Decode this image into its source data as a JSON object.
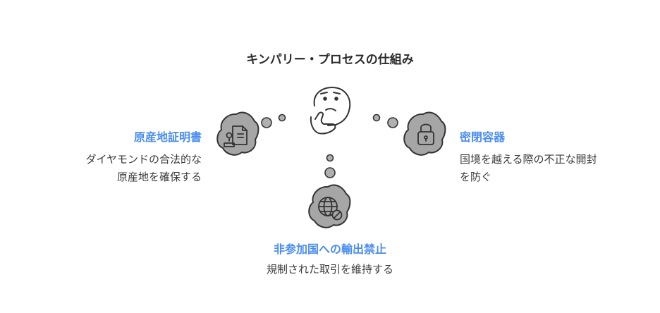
{
  "title": "キンパリー・プロセスの仕組み",
  "center_icon": "thinking-face-icon",
  "colors": {
    "heading": "#4a8df0",
    "blob_fill": "#a6a6a6",
    "dots_fill": "#b0b0b0",
    "outline": "#333333"
  },
  "nodes": {
    "left": {
      "heading": "原産地証明書",
      "desc_line1": "ダイヤモンドの合法的な",
      "desc_line2": "原産地を確保する",
      "icon": "certificate-stamp-icon"
    },
    "right": {
      "heading": "密閉容器",
      "desc_line1": "国境を越える際の不正な開封",
      "desc_line2": "を防ぐ",
      "icon": "padlock-icon"
    },
    "bottom": {
      "heading": "非参加国への輸出禁止",
      "desc_line1": "規制された取引を維持する",
      "icon": "globe-blocked-icon"
    }
  }
}
